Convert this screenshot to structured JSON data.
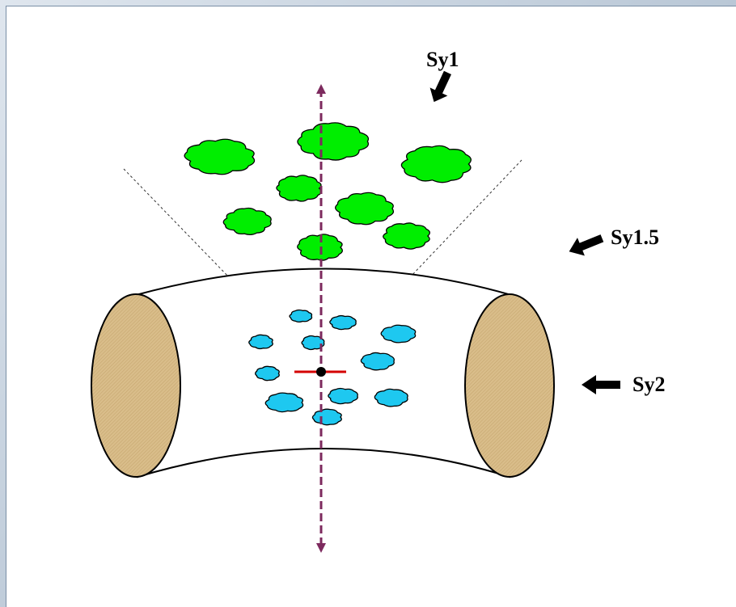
{
  "labels": {
    "sy1": "Sy1",
    "sy15": "Sy1.5",
    "sy2": "Sy2"
  },
  "colors": {
    "background_frame": "#b9c7d6",
    "panel": "#ffffff",
    "green_blob": "#00ee00",
    "blue_blob": "#1ec8f0",
    "tube_end": "#d9bd8a",
    "axis": "#7d2a5e",
    "center_marker": "#d40000",
    "arrow": "#000000"
  },
  "icons": {
    "arrow": "block-arrow-icon",
    "green_blob": "cloud-blob-icon",
    "blue_blob": "cloud-blob-icon"
  }
}
